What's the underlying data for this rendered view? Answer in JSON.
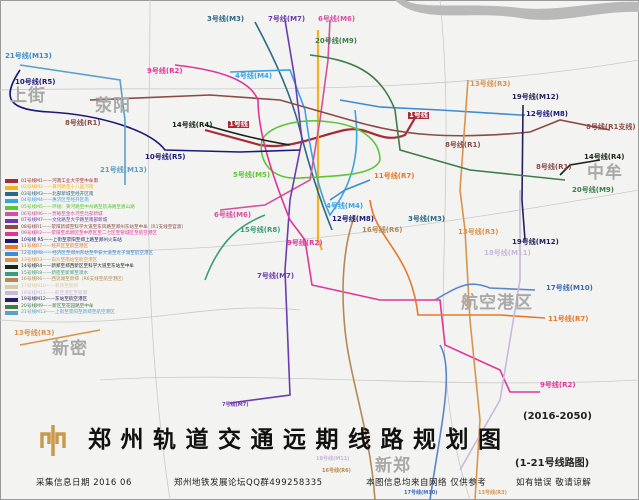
{
  "title": "郑州轨道交通远期线路规划图",
  "years": "(2016-2050)",
  "subtitle": "(1-21号线路图)",
  "footer": {
    "date": "采集信息日期 2016 06",
    "forum": "郑州地铁发展论坛QQ群499258335",
    "disclaimer": "本图信息均来自网络  仅供参考",
    "apology": "如有错误 敬请谅解"
  },
  "areas": {
    "shangjie": "上街",
    "xingyang": "荥阳",
    "zhongmou": "中牟",
    "xinmi": "新密",
    "hangkong": "航空港区",
    "xinzheng": "新郑"
  },
  "line_labels": {
    "l21_nw": "21号线(M13)",
    "l10_w": "10号线(R5)",
    "l8_w": "8号线(R1)",
    "l9_n": "9号线(R2)",
    "l3_n": "3号线(M3)",
    "l7_n": "7号线(M7)",
    "l6_n": "6号线(M6)",
    "l20_n": "20号线(M9)",
    "l4_n": "4号线(M4)",
    "l14_w": "14号线(R4)",
    "l1": "1号线",
    "l1_e": "1号线",
    "l10_s": "10号线(R5)",
    "l21_s": "21号线(M13)",
    "l5": "5号线(M5)",
    "l6_w": "6号线(M6)",
    "l13_n": "13号线(R3)",
    "l19_n": "19号线(M12)",
    "l12_e": "12号线(M8)",
    "l8_branch": "8号线(R1支线)",
    "l8_e": "8号线(R1)",
    "l8_se": "8号线(R1)",
    "l14_e": "14号线(R4)",
    "l20_e": "20号线(M9)",
    "l11_c": "11号线(R7)",
    "l4_s": "4号线(M4)",
    "l12_s": "12号线(M8)",
    "l3_s": "3号线(M3)",
    "l16": "16号线(R6)",
    "l13_s": "13号线(R3)",
    "l19_s": "19号线(M12)",
    "l18": "18号线(M11)",
    "l15": "15号线(R8)",
    "l9_s": "9号线(R2)",
    "l7_s": "7号线(M7)",
    "l17": "17号线(M10)",
    "l11_s": "11号线(R7)",
    "l9_se": "9号线(R2)",
    "l13_w": "13号线(R3)",
    "l7_bottom": "7号线(M7)",
    "l18_bottom": "18号线(M11)",
    "l16_bottom": "16号线(R6)",
    "l17_bottom": "17号线(M10)",
    "l13_bottom": "13号线(R3)"
  },
  "legend": [
    {
      "text": "01号线M1——河南工业大学至中牟南",
      "color": "#a82a3a"
    },
    {
      "text": "02号线M2——黄河路至十八里河南",
      "color": "#f0b51e"
    },
    {
      "text": "03号线M3——北部新城至经开区南",
      "color": "#2b6a86"
    },
    {
      "text": "04号线M4——惠济区至经开区南",
      "color": "#3aa4e2"
    },
    {
      "text": "05号线M5——环线：黄河路至中州路至航海路至嵩山路",
      "color": "#5ec43a"
    },
    {
      "text": "06号线M6——贾峪至金水河至北部新城",
      "color": "#d650a0"
    },
    {
      "text": "07号线M7——文化路至大学路至南部新城",
      "color": "#6b3bb2"
    },
    {
      "text": "08号线R1——荥阳新城至科学大道至东风路至郑州东站至中牟（R1支线至官渡）",
      "color": "#8a4b46"
    },
    {
      "text": "09号线R2——荥阳至高新区至中原区至二七区至管城区至航空港区",
      "color": "#e0369a"
    },
    {
      "text": "10号线 R5——上街至荥阳至郑上路至郑州火车站",
      "color": "#1c1878"
    },
    {
      "text": "11号线R7——经开区至航空港区",
      "color": "#e8772a"
    },
    {
      "text": "12号线M8——经济区至郑州东站至平安大道至龙子湖至航空港区",
      "color": "#3b8cd2"
    },
    {
      "text": "13号线R3——白沙至南站至航空港区",
      "color": "#d9934c"
    },
    {
      "text": "14号线R4——新郑至郑西新区至科学大道至东站至中牟",
      "color": "#18261a"
    },
    {
      "text": "15号线R8——新密至新郑至须水",
      "color": "#3a9e7c"
    },
    {
      "text": "16号线R6——西流湖至新郑（R6支线至航空港区）",
      "color": "#b48a52"
    },
    {
      "text": "17号线M10——机场至新郑",
      "color": "#d8cba8"
    },
    {
      "text": "18号线M11——航空港区至新郑",
      "color": "#c8b8dc"
    },
    {
      "text": "19号线M12——东站至航空港区",
      "color": "#25205e"
    },
    {
      "text": "20号线M9——新区至花园路至中牟",
      "color": "#3f7c4a"
    },
    {
      "text": "21号线M13——上街至荥阳至新郑至航空港区",
      "color": "#5aa0c8"
    }
  ],
  "colors": {
    "title": "#111111",
    "logo": "#c99a4a",
    "river": "#b9b9b9",
    "area_text": "#a9a9a9"
  }
}
